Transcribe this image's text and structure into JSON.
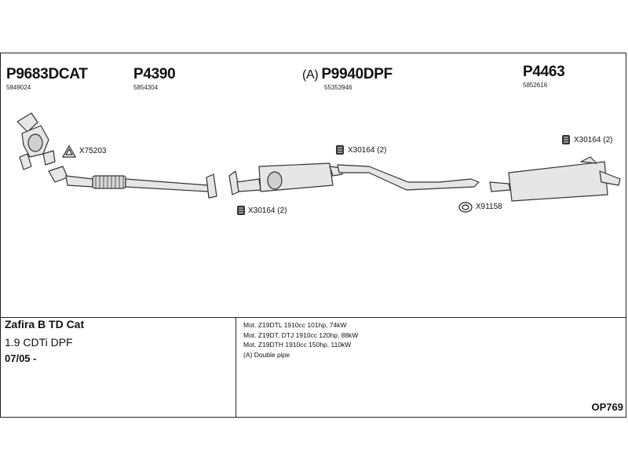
{
  "parts": [
    {
      "code": "P9683DCAT",
      "oe": "5849024",
      "prefix": ""
    },
    {
      "code": "P4390",
      "oe": "5854304",
      "prefix": ""
    },
    {
      "code": "P9940DPF",
      "oe": "55353946",
      "prefix": "(A)"
    },
    {
      "code": "P4463",
      "oe": "5852616",
      "prefix": ""
    }
  ],
  "callouts": {
    "c1": "X75203",
    "c2": "X30164 (2)",
    "c3": "X30164 (2)",
    "c4": "X91158",
    "c5": "X30164 (2)"
  },
  "vehicle": {
    "model": "Zafira B TD Cat",
    "engine": "1.9 CDTi DPF",
    "date": "07/05 -"
  },
  "notes": [
    "Mot. Z19DTL 1910cc 101hp, 74kW",
    "Mot. Z19DT, DTJ 1910cc 120hp, 88kW",
    "Mot. Z19DTH 1910cc 150hp, 110kW",
    "(A) Double pipe"
  ],
  "diagram_code": "OP769"
}
